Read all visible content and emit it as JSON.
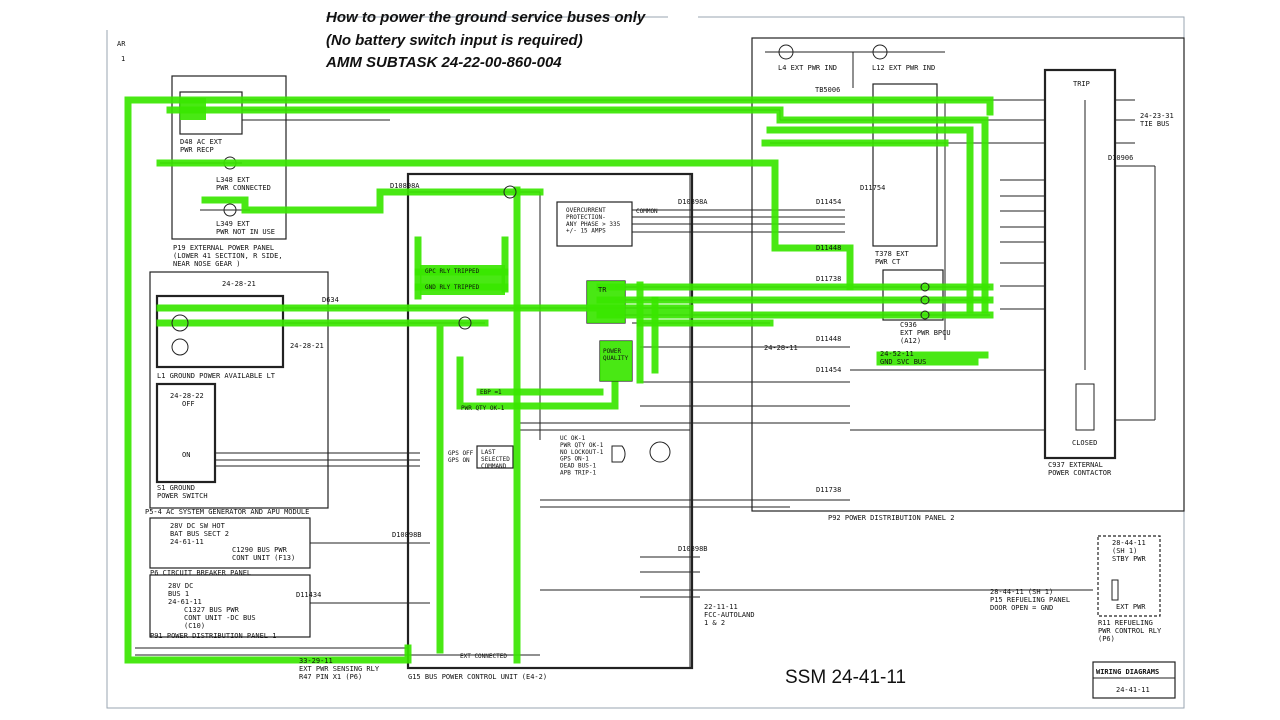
{
  "header": {
    "line1": "How to power the ground service buses only",
    "line2": "(No battery switch input is required)",
    "line3": "AMM SUBTASK 24-22-00-860-004"
  },
  "reference": "SSM 24-41-11",
  "corner": {
    "ar": "AR",
    "num": "1"
  },
  "title_block": {
    "title": "WIRING DIAGRAMS",
    "number": "24-41-11"
  },
  "colors": {
    "highlight": "#39e600",
    "ink": "#222222"
  },
  "labels": {
    "d48": "D48      AC EXT\nPWR RECP",
    "ext_pwr_panel": "P19    EXTERNAL POWER PANEL\n(LOWER 41 SECTION, R SIDE,\nNEAR NOSE GEAR )",
    "l348": "L348    EXT\nPWR CONNECTED",
    "l349": "L349    EXT\nPWR NOT IN USE",
    "ind_l4": "L4  EXT PWR IND",
    "ind_l12": "L12  EXT PWR IND",
    "tb5006": "TB5006",
    "d11754": "D11754",
    "t378": "T378   EXT\nPWR CT",
    "trip": "TRIP",
    "tie_bus": "24-23-31\nTIE BUS",
    "d10906": "D10906",
    "c936": "C936\nEXT PWR BPCU\n(A12)",
    "gnd_svc_bus": "24-52-11\nGND SVC BUS",
    "c937": "C937     EXTERNAL\nPOWER CONTACTOR",
    "closed": "CLOSED",
    "d10898a": "D10898A",
    "overcurrent": "OVERCURRENT\nPROTECTION-\nANY PHASE > 335\n+/- 15 AMPS",
    "gpc_rly": "GPC RLY TRIPPED",
    "gnd_rly": "GND RLY TRIPPED",
    "tr": "TR",
    "power_quality": "POWER\nQUALITY",
    "ebp": "EBP =1",
    "pwr_qty": "PWR QTY OK-1",
    "uc_logic": "UC OK-1\nPWR QTY OK-1\nNO LOCKOUT-1\nGPS ON-1\nDEAD BUS-1\nAPB TRIP-1",
    "gps_off": "GPS OFF",
    "gps_on": "GPS ON",
    "last_cmd": "LAST\nSELECTED\nCOMMAND",
    "d634": "D634",
    "p5_4": "P5-4    AC SYSTEM GENERATOR AND APU MODULE",
    "l1": "L1        GROUND POWER   AVAILABLE LT",
    "s1": "S1       GROUND\nPOWER SWITCH",
    "sw_2422": "24-28-22",
    "off": "OFF",
    "on": "ON",
    "ref_242821": "24-28-21",
    "p6_hot": "28V DC SW HOT\nBAT BUS SECT 2\n24-61-11",
    "c1290": "C1290  BUS PWR\nCONT UNIT (F13)",
    "p6": "P6       CIRCUIT BREAKER PANEL",
    "c1327": "28V DC\nBUS 1\n24-61-11",
    "c1327b": "C1327  BUS PWR\nCONT UNIT -DC BUS\n(C10)",
    "p91": "P91    POWER DISTRIBUTION PANEL 1",
    "d10898b": "D10898B",
    "d11434": "D11434",
    "ext_connected": "EXT CONNECTED",
    "r47": "33-29-11\nEXT PWR SENSING RLY\nR47 PIN X1 (P6)",
    "g15": "G15       BUS POWER CONTROL UNIT (E4-2)",
    "p92": "P92      POWER DISTRIBUTION PANEL 2",
    "fcc": "22-11-11\nFCC-AUTOLAND\n1 & 2",
    "refuel_panel": "28-44-11 (SH 1)\nP15 REFUELING PANEL\nDOOR OPEN = GND",
    "stby_pwr": "28-44-11\n(SH 1)\nSTBY PWR",
    "ext_pwr": "EXT PWR",
    "r11": "R11       REFUELING\nPWR CONTROL RLY\n(P6)",
    "d11738": "D11738",
    "d11448": "D11448",
    "d11454": "D11454",
    "ref_24_28_11": "24-28-11",
    "common": "COMMON"
  }
}
